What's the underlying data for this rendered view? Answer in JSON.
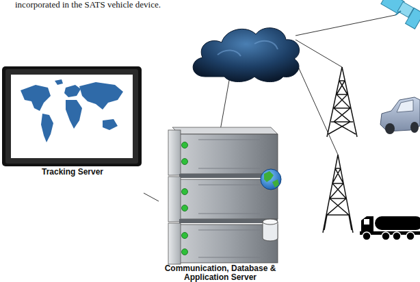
{
  "diagram": {
    "nodes": [
      {
        "text": [
          "Tracking Server"
        ]
      },
      {
        "text": [
          "Communication, Database & Application Server"
        ]
      }
    ],
    "edges": [
      {
        "from": 0,
        "to": 1,
        "arrow": "none"
      }
    ],
    "labels": [
      "incorporated in the SATS vehicle device."
    ]
  }
}
